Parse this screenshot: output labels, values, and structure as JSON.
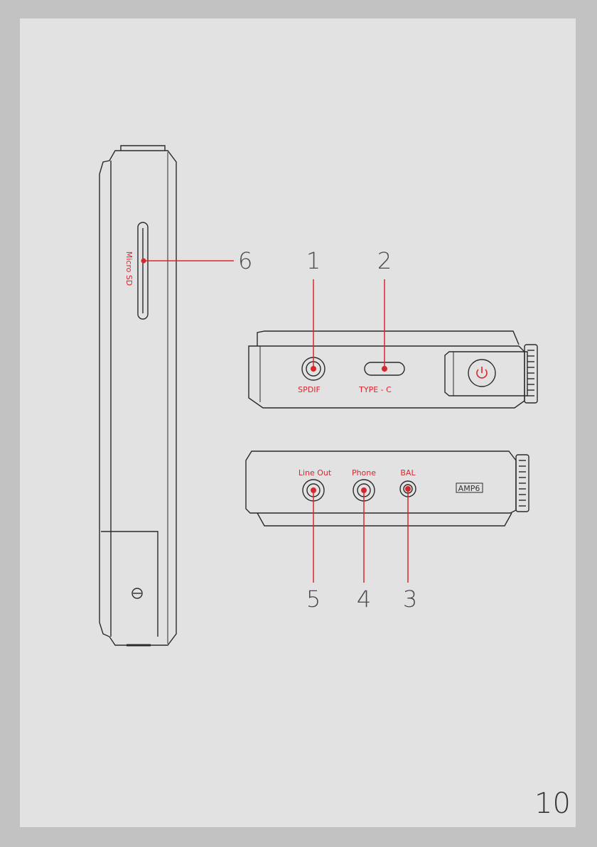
{
  "callouts": {
    "c1": "1",
    "c2": "2",
    "c3": "3",
    "c4": "4",
    "c5": "5",
    "c6": "6"
  },
  "port_labels": {
    "micro_sd": "Micro SD",
    "spdif": "SPDIF",
    "type_c": "TYPE - C",
    "line_out": "Line Out",
    "phone": "Phone",
    "bal": "BAL"
  },
  "badge": "AMP6",
  "page_number": "10",
  "colors": {
    "page_background": "#e2e2e2",
    "outer_background": "#c2c2c2",
    "outline": "#2a2a2a",
    "accent_red": "#d8262f",
    "number_text": "#4a4a4a"
  },
  "icons": [
    "power-icon"
  ]
}
